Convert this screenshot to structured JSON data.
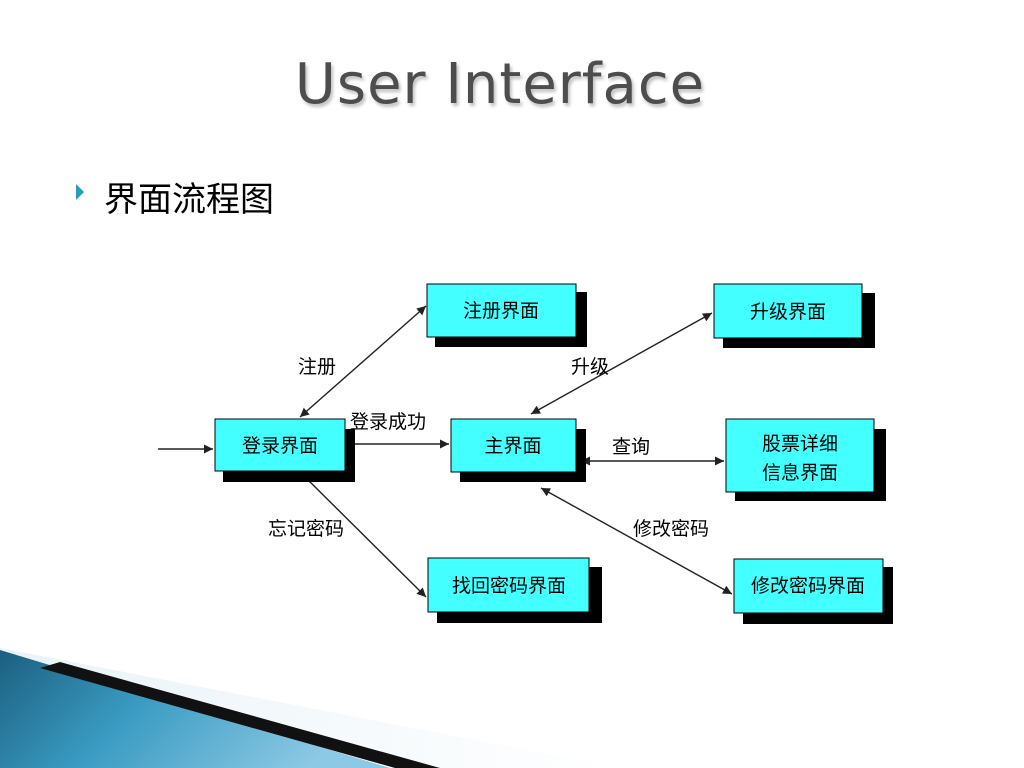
{
  "slide": {
    "title": "User Interface",
    "bullet": "界面流程图"
  },
  "diagram": {
    "nodes": {
      "register": "注册界面",
      "upgrade": "升级界面",
      "login": "登录界面",
      "main": "主界面",
      "stock_line1": "股票详细",
      "stock_line2": "信息界面",
      "recover": "找回密码界面",
      "change": "修改密码界面"
    },
    "edge_labels": {
      "register": "注册",
      "upgrade": "升级",
      "login_success": "登录成功",
      "query": "查询",
      "forgot": "忘记密码",
      "change_password": "修改密码"
    }
  },
  "colors": {
    "node_fill": "#44ffff",
    "title": "#4d4d4d",
    "bullet_arrow": "#2a9bbf"
  }
}
